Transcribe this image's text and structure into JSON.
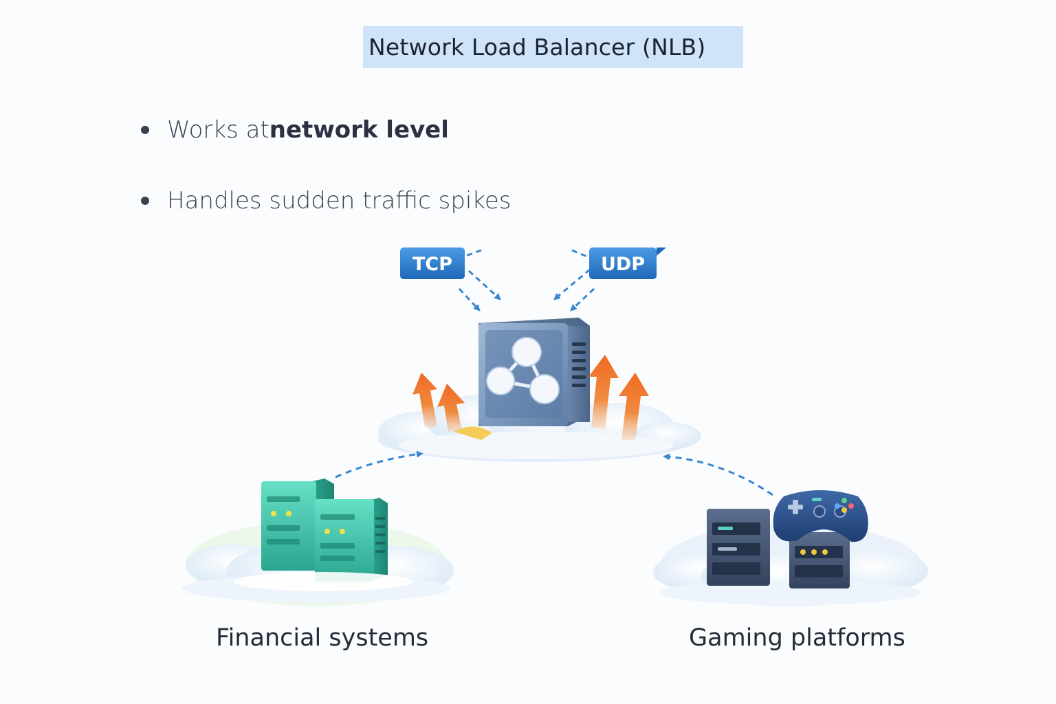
{
  "title": "Network Load Balancer (NLB)",
  "bullets": [
    {
      "prefix": "Works at ",
      "bold": "network level"
    },
    {
      "prefix": "Handles sudden traffic spikes",
      "bold": ""
    }
  ],
  "protocols": {
    "tcp": "TCP",
    "udp": "UDP"
  },
  "captions": {
    "financial": "Financial systems",
    "gaming": "Gaming platforms"
  },
  "icons": {
    "load_balancer": "load-balancer-server-icon",
    "financial": "server-rack-icon",
    "gaming": "game-controller-icon"
  },
  "colors": {
    "title_bg": "#cfe4f8",
    "badge_blue": "#2f7fd0",
    "arrow_blue": "#3a86cf",
    "spike_orange": "#f07a2e",
    "financial_teal": "#3cc8b0"
  }
}
